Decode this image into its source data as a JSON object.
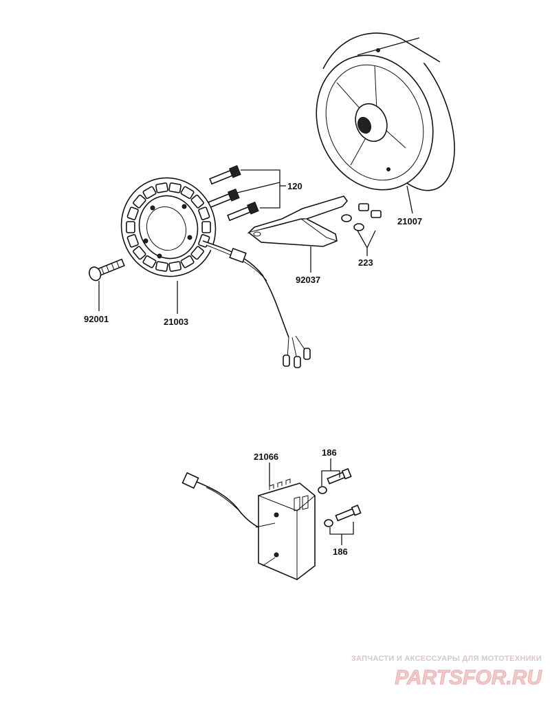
{
  "parts": {
    "bolt_120": "120",
    "flywheel_21007": "21007",
    "bracket_92037": "92037",
    "washer_223": "223",
    "bolt_92001": "92001",
    "stator_21003": "21003",
    "regulator_21066": "21066",
    "screw_186_top": "186",
    "screw_186_bottom": "186"
  },
  "watermark": {
    "tagline": "ЗАПЧАСТИ И АКСЕССУАРЫ ДЛЯ МОТОТЕХНИКИ",
    "logo": "PARTSFOR.RU"
  }
}
